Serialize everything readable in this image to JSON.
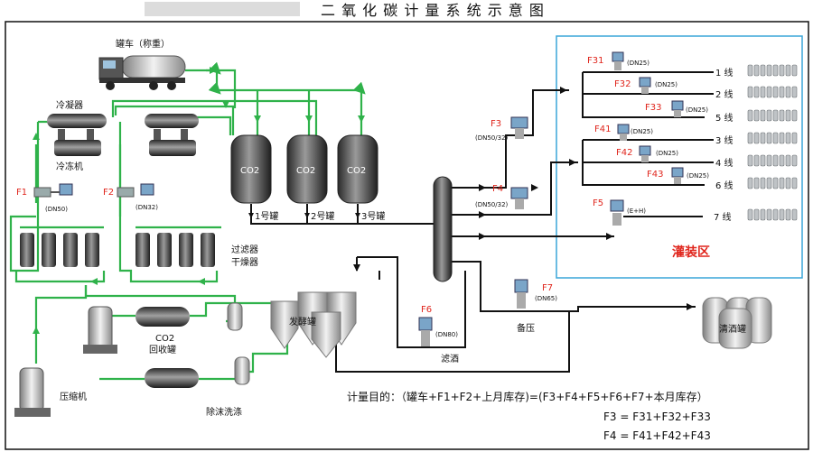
{
  "title": "二 氧 化 碳 计 量 系 统 示 意 图",
  "equipment": {
    "tanker": "罐车（称重）",
    "condenser": "冷凝器",
    "freezer": "冷冻机",
    "co2": "CO2",
    "tank1": "1号罐",
    "tank2": "2号罐",
    "tank3": "3号罐",
    "filter": "过滤器",
    "dryer": "干燥器",
    "recovery": "回收罐",
    "fermenter": "发酵罐",
    "wash": "除沫洗涤",
    "compressor": "压缩机",
    "filter_beer": "滤酒",
    "backup": "备压",
    "clear_beer": "清酒罐",
    "filling_area": "灌装区"
  },
  "meters": {
    "F1": "F1",
    "F1_dn": "(DN50)",
    "F2": "F2",
    "F2_dn": "(DN32)",
    "F3": "F3",
    "F3_dn": "(DN50/32)",
    "F4": "F4",
    "F4_dn": "(DN50/32)",
    "F5": "F5",
    "F5_dn": "(E+H)",
    "F6": "F6",
    "F6_dn": "(DN80)",
    "F7": "F7",
    "F7_dn": "(DN65)",
    "F31": "F31",
    "F31_dn": "(DN25)",
    "F32": "F32",
    "F32_dn": "(DN25)",
    "F33": "F33",
    "F33_dn": "(DN25)",
    "F41": "F41",
    "F41_dn": "(DN25)",
    "F42": "F42",
    "F42_dn": "(DN25)",
    "F43": "F43",
    "F43_dn": "(DN25)"
  },
  "lines": {
    "l1": "1 线",
    "l2": "2 线",
    "l5": "5 线",
    "l3": "3 线",
    "l4": "4 线",
    "l6": "6 线",
    "l7": "7 线"
  },
  "formulas": {
    "purpose": "计量目的：（罐车+F1+F2+上月库存)=(F3+F4+F5+F6+F7+本月库存）",
    "f3": "F3 = F31+F32+F33",
    "f4": "F4 = F41+F42+F43"
  },
  "colors": {
    "green_pipe": "#2fb24a",
    "black_pipe": "#111111",
    "frame": "#3aa6d8",
    "accent": "#e0261d"
  }
}
